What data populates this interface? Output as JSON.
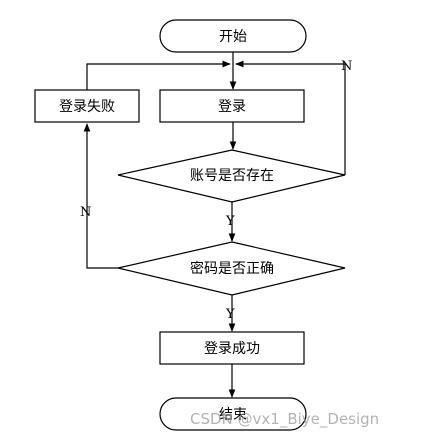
{
  "nodes": {
    "start": "开始",
    "login_failed": "登录失败",
    "login": "登录",
    "check_account": "账号是否存在",
    "check_password": "密码是否正确",
    "login_success": "登录成功",
    "end": "结束"
  },
  "edge_labels": {
    "account_no": "N",
    "account_yes": "Y",
    "password_no": "N",
    "password_yes": "Y"
  },
  "watermark": "CSDN @vx1_Biye_Design"
}
